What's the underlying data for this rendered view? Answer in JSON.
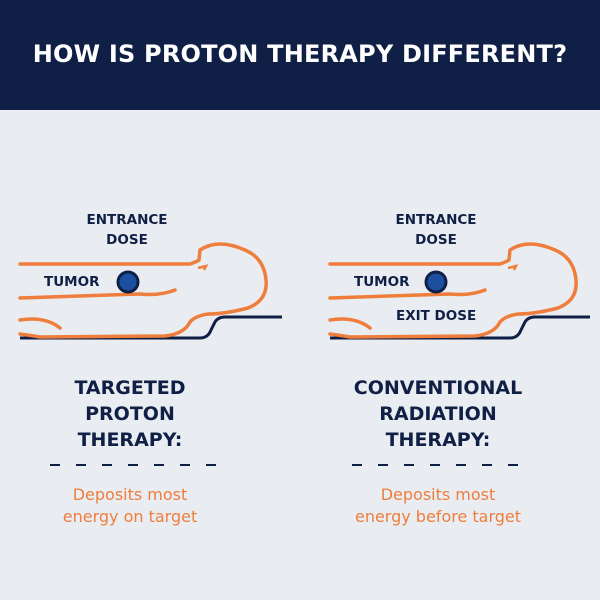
{
  "title": "HOW IS PROTON THERAPY DIFFERENT?",
  "colors": {
    "navy": "#0f1f45",
    "orange": "#ef7d3c",
    "background": "#e9edf1",
    "tumor_fill": "#1d4fa0"
  },
  "proton": {
    "entrance_label_line1": "ENTRANCE",
    "entrance_label_line2": "DOSE",
    "tumor_label": "TUMOR",
    "heading_line1": "TARGETED",
    "heading_line2": "PROTON",
    "heading_line3": "THERAPY:",
    "desc_line1": "Deposits most",
    "desc_line2": "energy on target"
  },
  "conventional": {
    "entrance_label_line1": "ENTRANCE",
    "entrance_label_line2": "DOSE",
    "tumor_label": "TUMOR",
    "exit_label": "EXIT DOSE",
    "heading_line1": "CONVENTIONAL",
    "heading_line2": "RADIATION",
    "heading_line3": "THERAPY:",
    "desc_line1": "Deposits most",
    "desc_line2": "energy before target"
  }
}
